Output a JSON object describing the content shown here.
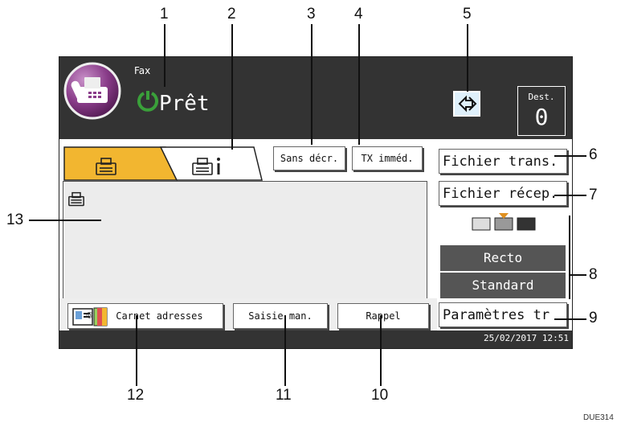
{
  "callouts": [
    "1",
    "2",
    "3",
    "4",
    "5",
    "6",
    "7",
    "8",
    "9",
    "10",
    "11",
    "12",
    "13"
  ],
  "header": {
    "mode_label": "Fax",
    "status": "Prêt",
    "dest_label": "Dest.",
    "dest_count": "0"
  },
  "tabs": [
    {
      "name": "fax-tab",
      "icon": "fax-icon"
    },
    {
      "name": "fax-info-tab",
      "icon": "fax-info-icon"
    }
  ],
  "buttons": {
    "no_print": "Sans décr.",
    "immediate_tx": "TX imméd.",
    "tx_file": "Fichier trans.",
    "rx_file": "Fichier récep.",
    "tx_settings": "Paramètres tr",
    "address_book": "Carnet adresses",
    "manual_entry": "Saisie man.",
    "redial": "Rappel"
  },
  "settings": {
    "side": "Recto",
    "resolution": "Standard"
  },
  "status_bar": {
    "datetime": "25/02/2017 12:51"
  },
  "figure_code": "DUE314",
  "colors": {
    "topbar": "#333333",
    "active_tab": "#f2b630",
    "fax_icon": "#8a3d8a",
    "ready_ring": "#3aa03a",
    "marker": "#e09020"
  }
}
